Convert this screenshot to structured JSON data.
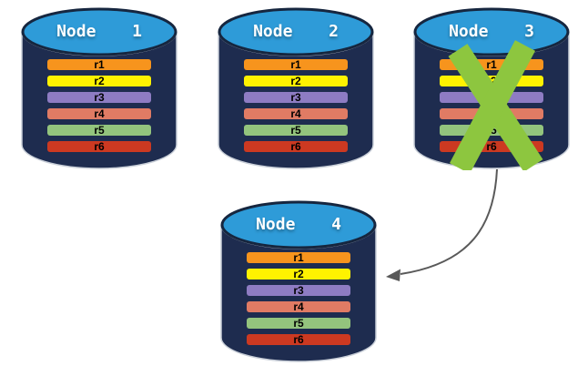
{
  "nodes": [
    {
      "id": "node-1",
      "title": "Node  1",
      "status": "active",
      "bars": [
        "r1",
        "r2",
        "r3",
        "r4",
        "r5",
        "r6"
      ]
    },
    {
      "id": "node-2",
      "title": "Node  2",
      "status": "active",
      "bars": [
        "r1",
        "r2",
        "r3",
        "r4",
        "r5",
        "r6"
      ]
    },
    {
      "id": "node-3",
      "title": "Node  3",
      "status": "failed",
      "bars": [
        "r1",
        "r2",
        "r3",
        "r4",
        "r5",
        "r6"
      ]
    },
    {
      "id": "node-4",
      "title": "Node  4",
      "status": "active",
      "bars": [
        "r1",
        "r2",
        "r3",
        "r4",
        "r5",
        "r6"
      ]
    }
  ],
  "annotations": {
    "failed_node": "Node 3",
    "arrow": {
      "from": "Node 3",
      "to": "Node 4"
    }
  },
  "colors": {
    "background": "#FFFFFF",
    "cylinder_body": "#1E2C4F",
    "cylinder_top": "#2E9BD8",
    "cylinder_top_border": "#16263F",
    "cylinder_outline": "#C9CFD8",
    "title_text": "#FFFFFF",
    "bar_text": "#000000",
    "failure_x": "#8DC63F",
    "arrow": "#595959",
    "bars": {
      "r1": "#F7941D",
      "r2": "#FFF200",
      "r3": "#8E7CC3",
      "r4": "#E07B64",
      "r5": "#93C47D",
      "r6": "#CC3921"
    }
  }
}
